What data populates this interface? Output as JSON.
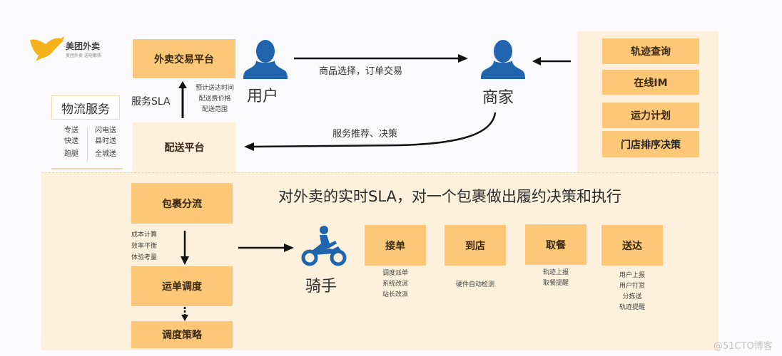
{
  "logo": {
    "brand": "美团外卖",
    "slogan": "美团外卖 送啥都快",
    "color": "#f5b21a"
  },
  "logistics": {
    "title": "物流服务",
    "left_items": [
      "专送",
      "快送",
      "跑腿"
    ],
    "right_items": [
      "闪电送",
      "县时送",
      "全城送"
    ]
  },
  "top_flow": {
    "trade_platform": "外卖交易平台",
    "sla_label": "服务SLA",
    "sla_details": [
      "预计送达时间",
      "配送费价格",
      "配送范围"
    ],
    "delivery_platform": "配送平台",
    "user_label": "用户",
    "merchant_label": "商家",
    "user_to_merchant": "商品选择，订单交易",
    "merchant_to_platform": "服务推荐、决策"
  },
  "merchant_services": {
    "items": [
      "轨迹查询",
      "在线IM",
      "运力计划",
      "门店排序决策"
    ]
  },
  "bottom": {
    "headline": "对外卖的实时SLA，对一个包裹做出履约决策和执行",
    "package_split": "包裹分流",
    "split_notes": [
      "成本计算",
      "效率平衡",
      "体验考量"
    ],
    "dispatch": "运单调度",
    "strategy": "调度策略",
    "rider_label": "骑手",
    "steps": [
      {
        "label": "接单",
        "notes": [
          "调度派单",
          "系统改派",
          "站长改派"
        ]
      },
      {
        "label": "到店",
        "notes": [
          "硬件自动检测"
        ]
      },
      {
        "label": "取餐",
        "notes": [
          "轨迹上报",
          "取餐提醒"
        ]
      },
      {
        "label": "送达",
        "notes": [
          "用户上报",
          "用户打赏",
          "分拣送",
          "轨迹提醒"
        ]
      }
    ]
  },
  "watermark": "@51CTO博客",
  "colors": {
    "box_orange": "#fcc877",
    "panel_cream": "#fdf0dc",
    "person_blue": "#1f64ad",
    "text_dark": "#333333"
  }
}
